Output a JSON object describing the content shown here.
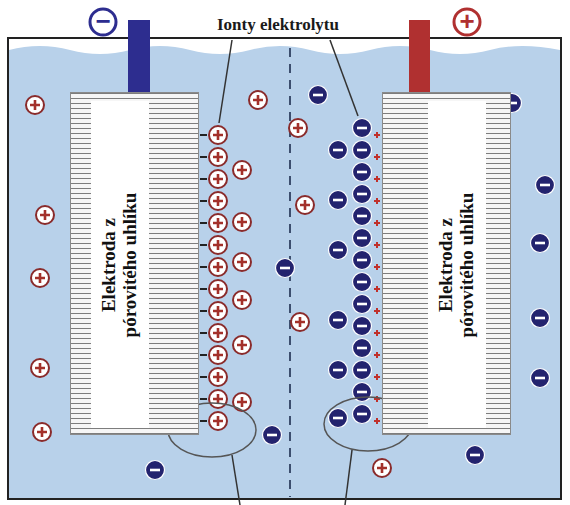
{
  "diagram": {
    "nodes": [
      {
        "text": [
          "Elektroda z pórovitého uhlíku"
        ]
      },
      {
        "text": [
          "Elektroda z pórovitého uhlíku"
        ]
      }
    ],
    "labels": [
      "−",
      "Ionty elektrolytu",
      "+"
    ]
  }
}
